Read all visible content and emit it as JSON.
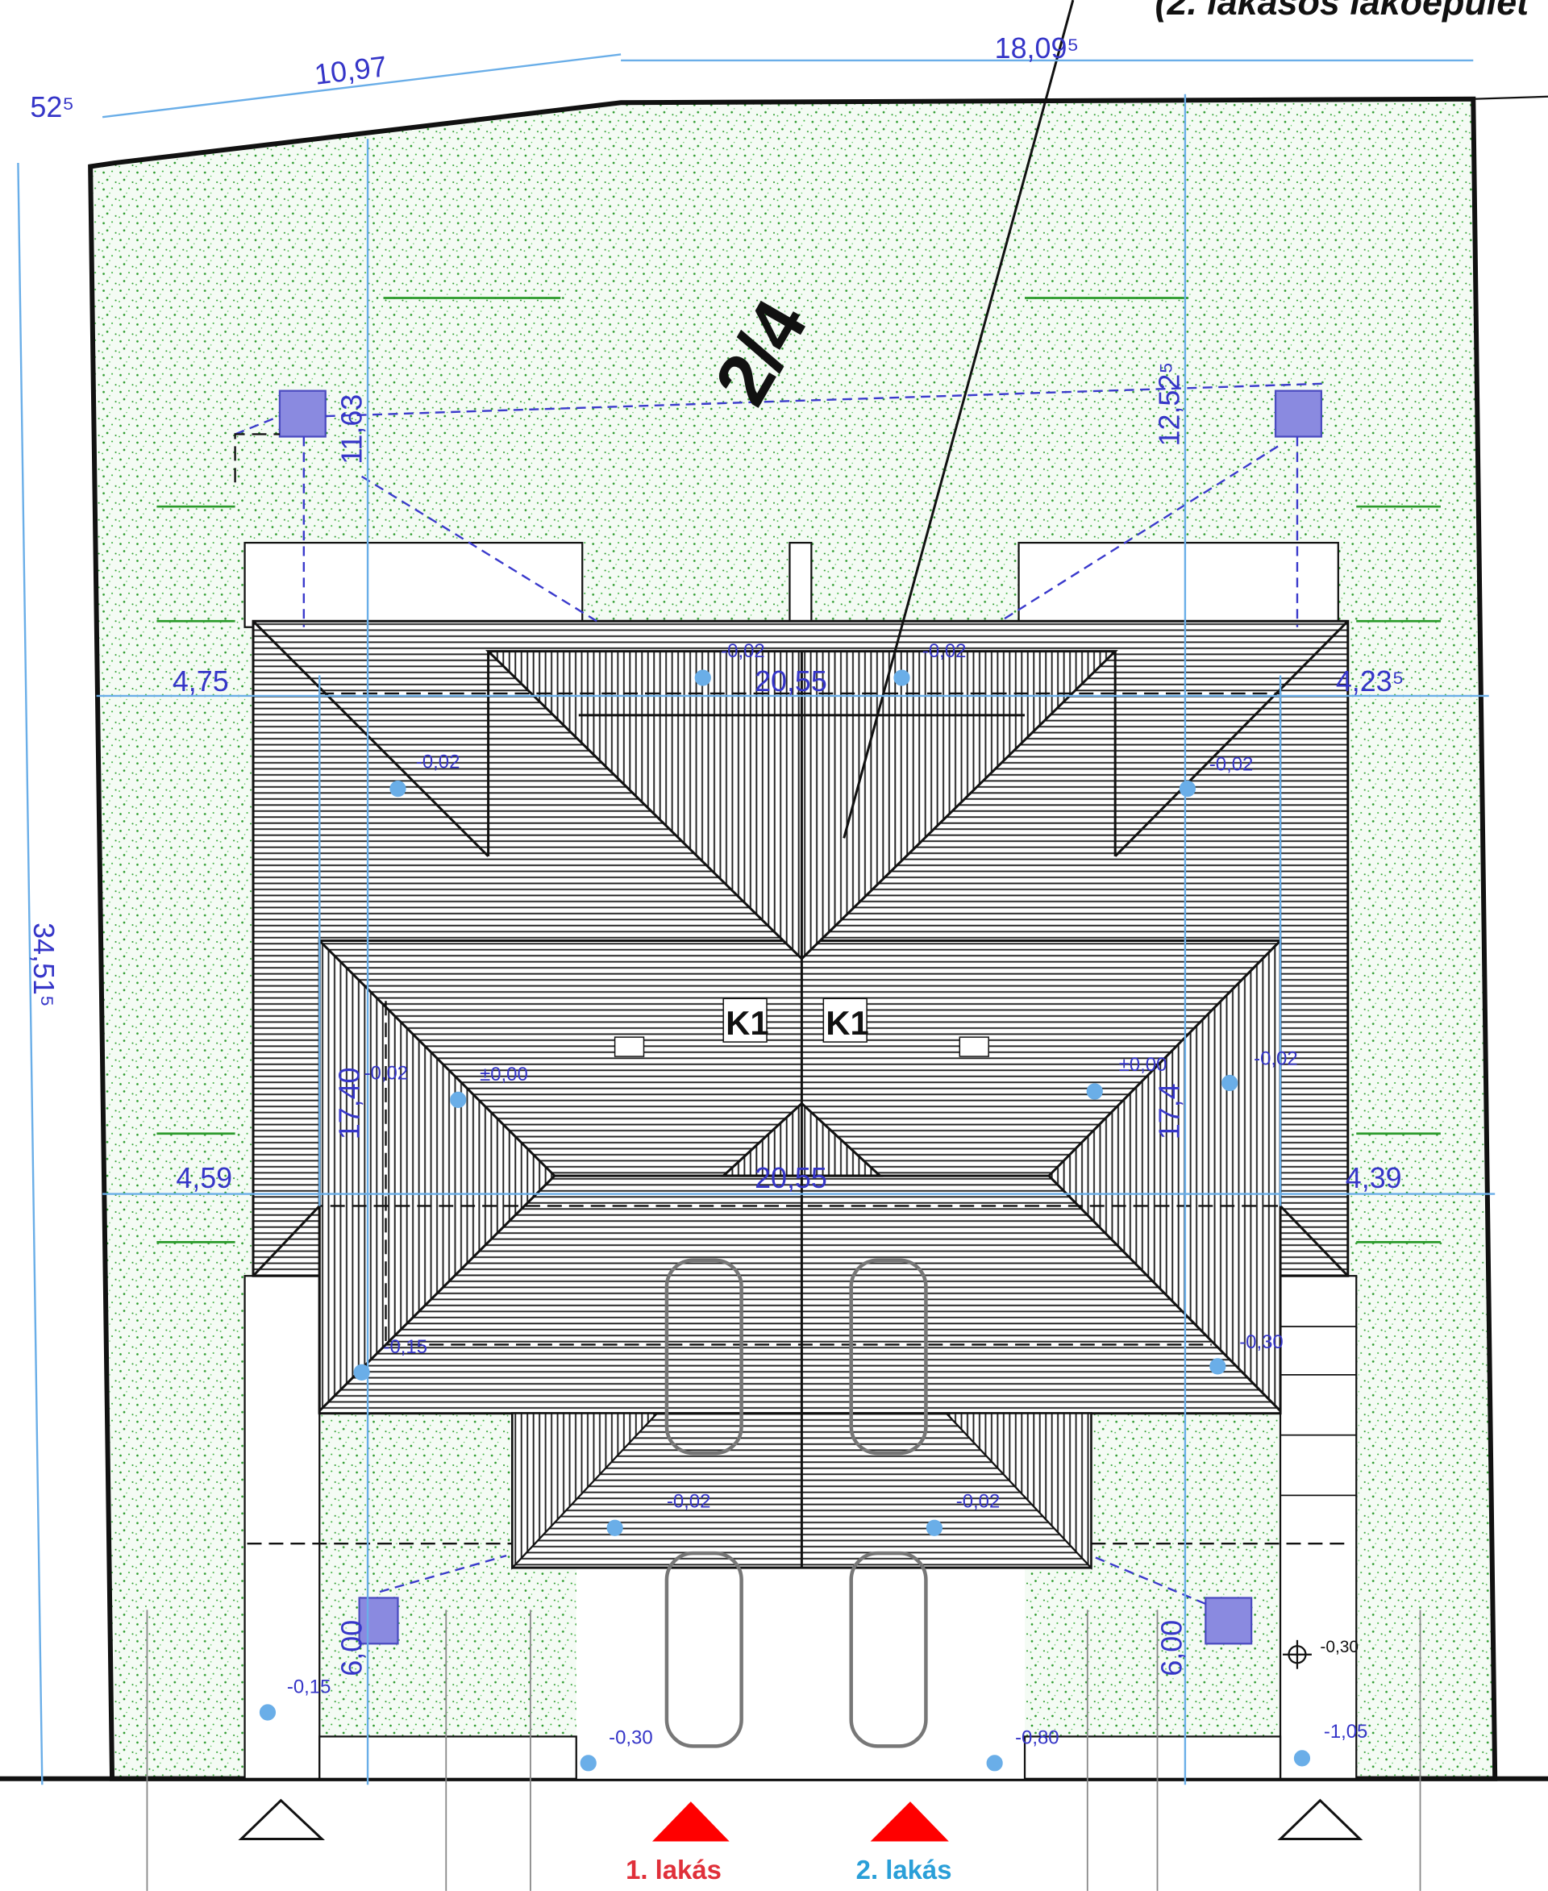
{
  "title_partial": "(2. lakásos lakóépület",
  "plot_number": "2/4",
  "dimensions": {
    "top_left_small": "52⁵",
    "top_left": "10,97",
    "top_right": "18,09⁵",
    "left_total": "34,51⁵",
    "front_left_setback": "11,63",
    "front_right_setback": "12,52⁵",
    "row1_left": "4,75",
    "row1_mid": "20,55",
    "row1_right": "4,23⁵",
    "row2_left": "4,59",
    "row2_mid": "20,55",
    "row2_right": "4,39",
    "depth_left": "17,40",
    "depth_right": "17,4",
    "rear_left": "6,00",
    "rear_right": "6,00"
  },
  "levels": [
    "-0,02",
    "-0,02",
    "-0,02",
    "-0,02",
    "-0,02",
    "-0,02",
    "±0,00",
    "±0,00",
    "-0,15",
    "-0,30",
    "-0,02",
    "-0,02",
    "-0,15",
    "-0,30",
    "-0,80",
    "-0,30",
    "-1,05"
  ],
  "roof_labels": [
    "K1",
    "K1"
  ],
  "entrances": [
    {
      "label": "1. lakás",
      "color": "#e0303a"
    },
    {
      "label": "2. lakás",
      "color": "#2a9fd8"
    }
  ],
  "colors": {
    "grass": "#2a9a2a",
    "dimension": "#6aaee8",
    "text": "#3535c8",
    "arrow": "#ff0000"
  }
}
